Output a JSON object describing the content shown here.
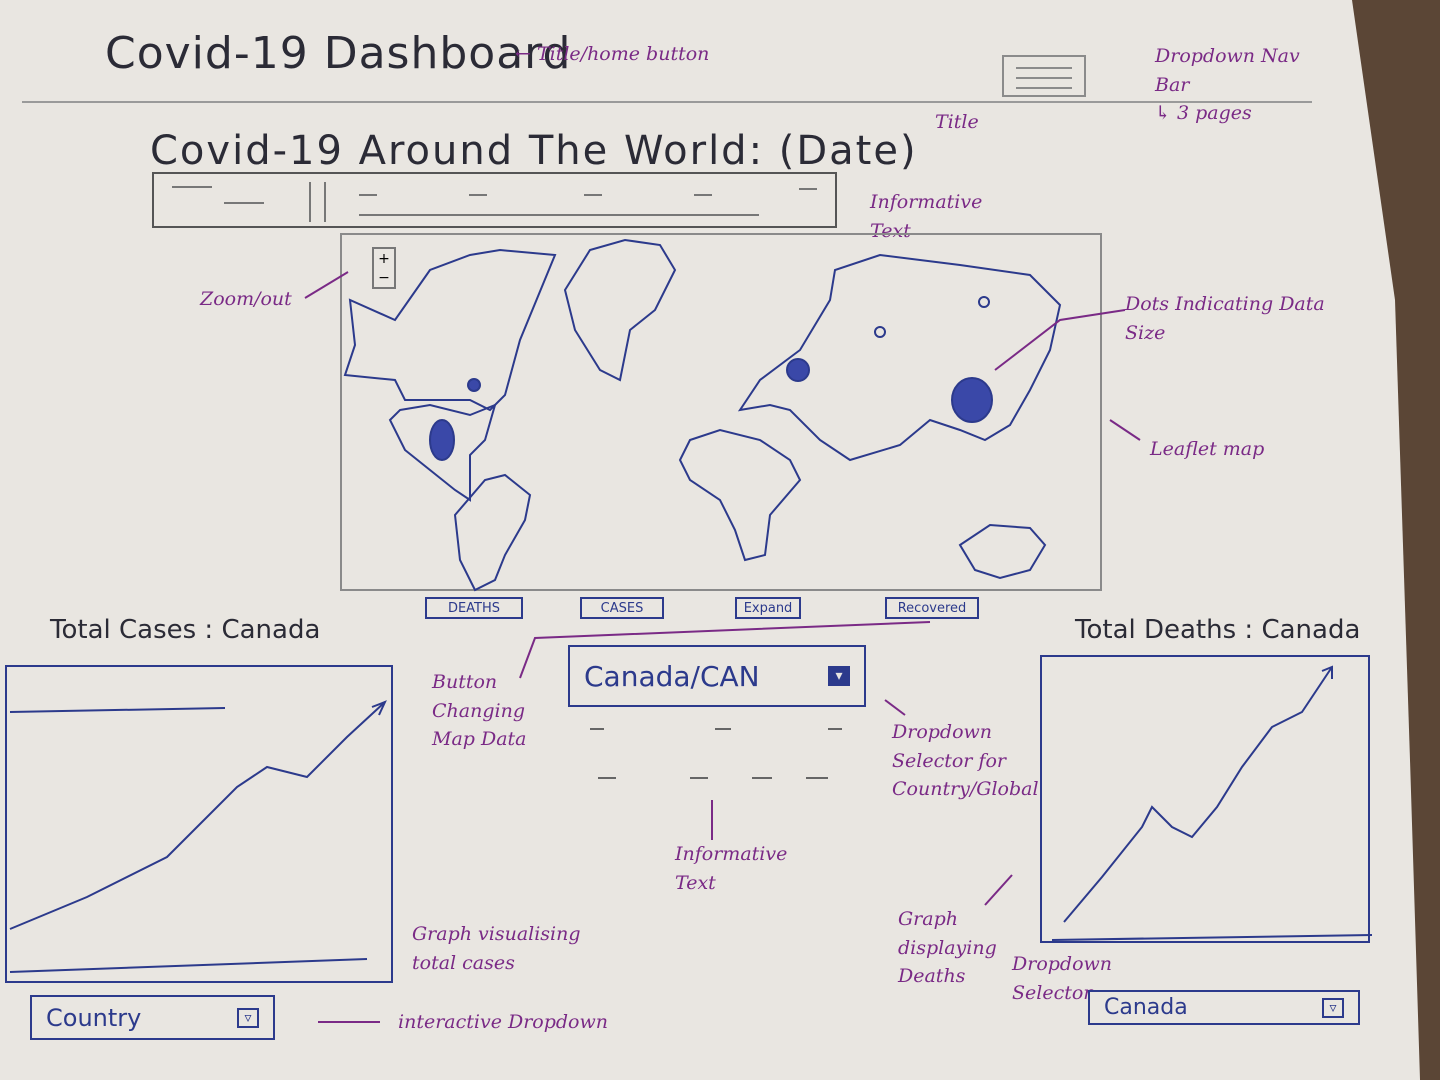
{
  "header": {
    "app_title": "Covid-19 Dashboard",
    "app_title_note": "← Title/home button",
    "nav_note": "Dropdown Nav\nBar\n↳ 3 pages"
  },
  "main": {
    "page_title": "Covid-19 Around The World: (Date)",
    "page_title_note": "Title",
    "info_note": "Informative\nText",
    "zoom_in": "+",
    "zoom_out": "−",
    "zoom_note": "Zoom/out",
    "dots_note": "Dots Indicating Data\nSize",
    "map_note": "Leaflet map",
    "map_buttons": [
      "DEATHS",
      "CASES",
      "Expand",
      "Recovered"
    ],
    "buttons_note": "Button\nChanging\nMap Data",
    "country_select_value": "Canada/CAN",
    "country_select_note": "Dropdown\nSelector for\nCountry/Global",
    "center_info_note": "Informative\nText"
  },
  "left_panel": {
    "chart_title": "Total Cases : Canada",
    "chart_note": "Graph visualising\ntotal cases",
    "dropdown_value": "Country",
    "dropdown_note": "interactive Dropdown"
  },
  "right_panel": {
    "chart_title": "Total Deaths : Canada",
    "chart_note": "Graph\ndisplaying\nDeaths",
    "dropdown_value": "Canada",
    "dropdown_note": "Dropdown\nSelector"
  },
  "colors": {
    "paper": "#e9e6e1",
    "ink_blue": "#2c3a8c",
    "annotation_purple": "#7a2a86",
    "pencil": "#555555"
  },
  "icons": [
    "hamburger-icon",
    "plus-icon",
    "minus-icon",
    "checkbox-dropdown-icon",
    "arrow-icon"
  ]
}
